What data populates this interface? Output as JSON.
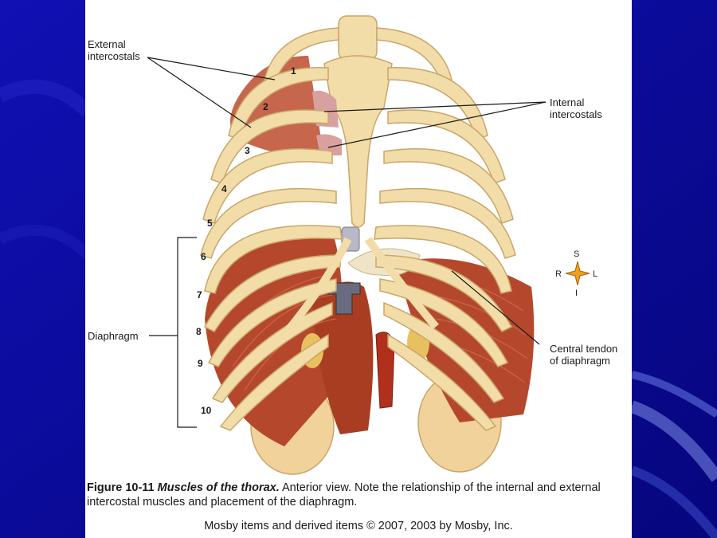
{
  "labels": {
    "external_intercostals": "External\nintercostals",
    "internal_intercostals": "Internal\nintercostals",
    "diaphragm": "Diaphragm",
    "central_tendon": "Central tendon\nof diaphragm"
  },
  "rib_numbers": [
    "1",
    "2",
    "3",
    "4",
    "5",
    "6",
    "7",
    "8",
    "9",
    "10"
  ],
  "compass": {
    "top": "S",
    "left": "R",
    "right": "L",
    "bottom": "I"
  },
  "caption": {
    "figure_number": "Figure 10-11",
    "title": "Muscles of the thorax.",
    "text": " Anterior view. Note the relationship of the internal and external intercostal muscles and placement of the diaphragm."
  },
  "credit": "Mosby items and derived items © 2007, 2003 by Mosby, Inc.",
  "colors": {
    "background": "#0a0a9c",
    "bone": "#f2dca8",
    "muscle": "#b5482c",
    "kidney": "#f0d29a"
  }
}
